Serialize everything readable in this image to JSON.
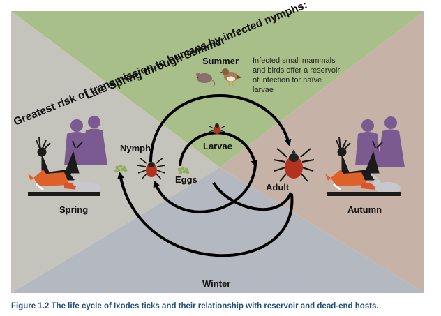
{
  "diagram": {
    "risk_banner": {
      "line1": "Greatest risk of transmission to humans by infected nymphs:",
      "line2": "Late Spring through Summer"
    },
    "seasons": {
      "summer": "Summer",
      "spring": "Spring",
      "autumn": "Autumn",
      "winter": "Winter"
    },
    "stages": {
      "eggs": "Eggs",
      "larvae": "Larvae",
      "nymph": "Nymph",
      "adult": "Adult"
    },
    "reservoir_note": [
      "Infected small mammals",
      "and birds offer a reservoir",
      "of infection for naïve",
      "larvae"
    ],
    "colors": {
      "summer_bg": "#a9bf8a",
      "spring_bg": "#c5c4bc",
      "autumn_bg": "#c6b2a6",
      "winter_bg": "#b4b9c1",
      "arrow": "#000000",
      "tick_body": "#b3321f",
      "human_silhouette": "#7b5a92",
      "deer_silhouette": "#1b1b1b",
      "fox": "#e0602a",
      "eggs": "#8fae5a"
    }
  },
  "caption": "Figure 1.2 The life cycle of Ixodes ticks and their relationship with reservoir and dead-end hosts."
}
